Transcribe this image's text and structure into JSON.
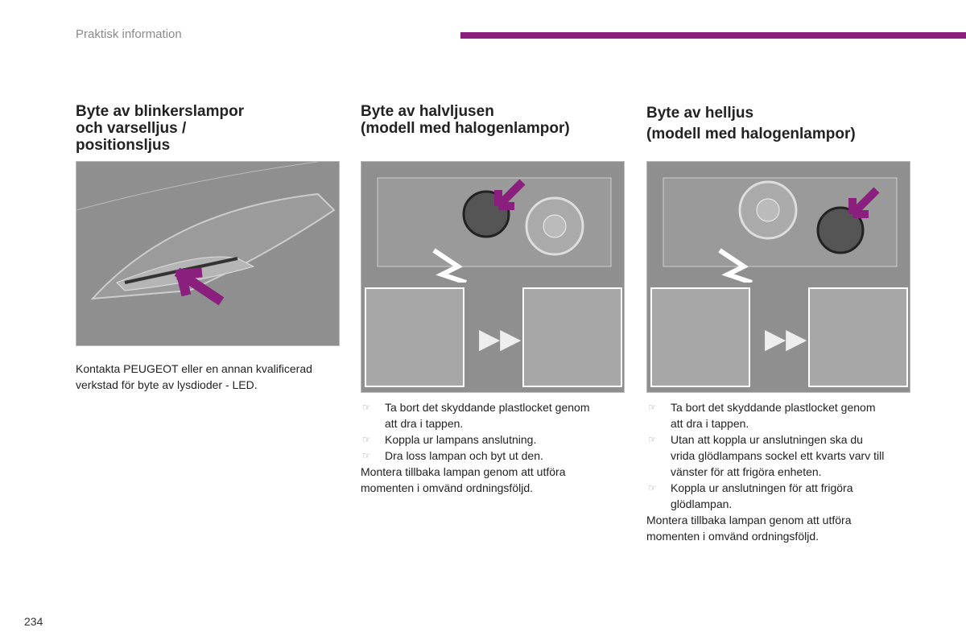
{
  "header": {
    "section": "Praktisk information",
    "accent_color": "#8a1f7e"
  },
  "columns": [
    {
      "title_lines": [
        "Byte av blinkerslampor",
        "och varselljus /",
        "positionsljus"
      ],
      "body": [
        "Kontakta PEUGEOT eller en annan kvalificerad",
        "verkstad för byte av lysdioder - LED."
      ]
    },
    {
      "title_lines": [
        "Byte av halvljusen",
        "(modell med halogenlampor)"
      ],
      "bullets": [
        [
          "Ta bort det skyddande plastlocket genom",
          "att dra i tappen."
        ],
        [
          "Koppla ur lampans anslutning."
        ],
        [
          "Dra loss lampan och byt ut den."
        ]
      ],
      "closing": [
        "Montera tillbaka lampan genom att utföra",
        "momenten i omvänd ordningsföljd."
      ]
    },
    {
      "title_lines": [
        "Byte av helljus",
        "(modell med halogenlampor)"
      ],
      "bullets": [
        [
          "Ta bort det skyddande plastlocket genom",
          "att dra i tappen."
        ],
        [
          "Utan att koppla ur anslutningen ska du",
          "vrida glödlampans sockel ett kvarts varv till",
          "vänster för att frigöra enheten."
        ],
        [
          "Koppla ur anslutningen för att frigöra",
          "glödlampan."
        ]
      ],
      "closing": [
        "Montera tillbaka lampan genom att utföra",
        "momenten i omvänd ordningsföljd."
      ]
    }
  ],
  "bullet_icon": "pointing-hand-icon",
  "page_number": "234"
}
